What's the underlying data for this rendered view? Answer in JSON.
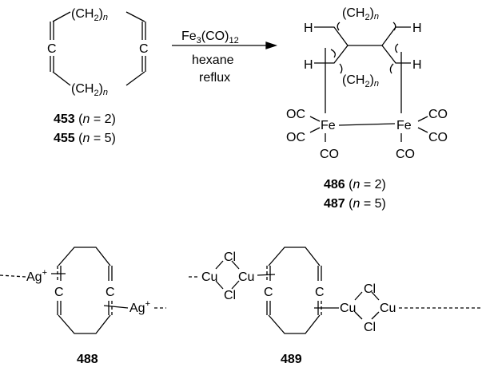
{
  "reagents": {
    "above_main": "Fe",
    "above_sub": "3",
    "above_rest": "(CO)",
    "above_sub2": "12",
    "below1": "hexane",
    "below2": "reflux"
  },
  "group": {
    "open": "(CH",
    "sub": "2",
    "close": ")",
    "n": "n"
  },
  "atoms": {
    "C": "C",
    "H": "H",
    "Fe": "Fe",
    "OC": "OC",
    "CO": "CO",
    "Ag": "Ag",
    "plus": "+",
    "Cu": "Cu",
    "Cl": "Cl"
  },
  "compounds": {
    "c453": {
      "num": "453",
      "open": " (",
      "n": "n",
      "rest": " = 2)"
    },
    "c455": {
      "num": "455",
      "open": " (",
      "n": "n",
      "rest": " = 5)"
    },
    "c486": {
      "num": "486",
      "open": " (",
      "n": "n",
      "rest": " = 2)"
    },
    "c487": {
      "num": "487",
      "open": " (",
      "n": "n",
      "rest": " = 5)"
    },
    "c488": {
      "num": "488"
    },
    "c489": {
      "num": "489"
    }
  }
}
